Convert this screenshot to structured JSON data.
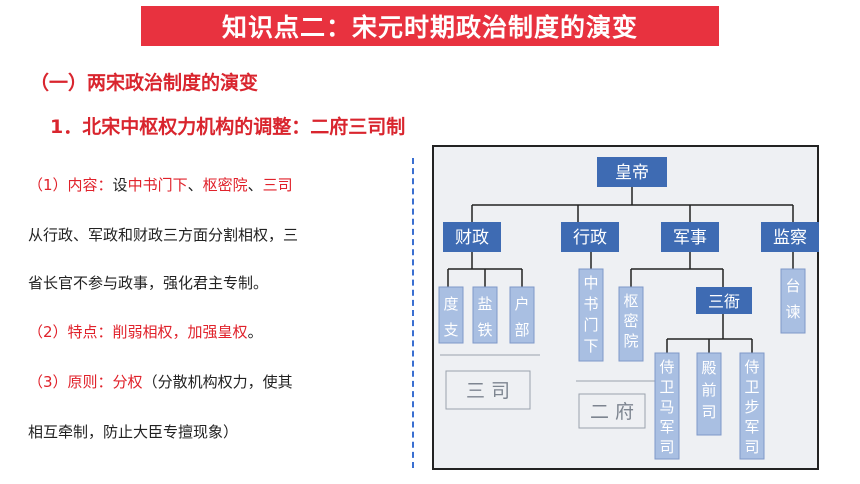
{
  "title": "知识点二：宋元时期政治制度的演变",
  "section": "（一）两宋政治制度的演变",
  "subsection": "1．北宋中枢权力机构的调整：二府三司制",
  "content": {
    "p1_prefix": "（1）内容：",
    "p1_a": "设",
    "p1_b": "中书门下",
    "p1_c": "、",
    "p1_d": "枢密院",
    "p1_e": "、",
    "p1_f": "三司",
    "p1_line2": "从行政、军政和财政三方面分割相权，三",
    "p1_line3": "省长官不参与政事，强化君主专制。",
    "p2_label": "（2）特点：",
    "p2_text": "削弱相权，加强皇权",
    "p2_end": "。",
    "p3_label": "（3）原则：",
    "p3_red": "分权",
    "p3_text": "（分散机构权力，使其",
    "p3_line2": "相互牵制，防止大臣专擅现象）"
  },
  "diagram": {
    "emperor": "皇帝",
    "finance": "财政",
    "admin": "行政",
    "military": "军事",
    "supervision": "监察",
    "duzhi": "度支",
    "yantie": "盐铁",
    "hubu": "户部",
    "zhongshu": "中书门下",
    "shumi": "枢密院",
    "sanya": "三衙",
    "taijian": "台谏",
    "shiwei_ma": "侍卫马军司",
    "dianqian": "殿前司",
    "shiwei_bu": "侍卫步军司",
    "sansi_label": "三 司",
    "erfu_label": "二 府"
  },
  "colors": {
    "banner": "#e8323f",
    "heading": "#d9252e",
    "node_dark": "#3e6bb3",
    "node_light": "#a9bfe2",
    "line": "#222222"
  }
}
